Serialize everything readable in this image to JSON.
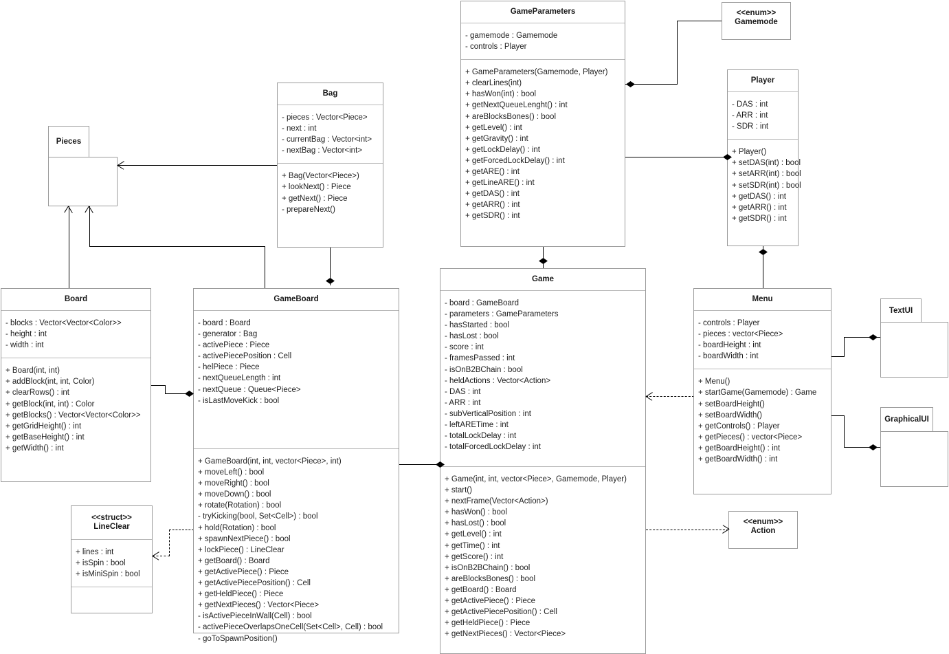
{
  "diagram": {
    "title": "Tetris game UML class diagram",
    "background": "#ffffff",
    "line_color": "#000000",
    "box_border_color": "#9a9a9a"
  },
  "classes": {
    "pieces": {
      "name": "Pieces"
    },
    "text_ui": {
      "name": "TextUI"
    },
    "graphical_ui": {
      "name": "GraphicalUI"
    },
    "gamemode_enum": {
      "name": "<<enum>>\nGamemode"
    },
    "action_enum": {
      "name": "<<enum>>\nAction"
    },
    "line_clear": {
      "name": "<<struct>>\nLineClear",
      "attributes": [
        "+ lines : int",
        "+ isSpin : bool",
        "+ isMiniSpin : bool"
      ],
      "operations": []
    },
    "bag": {
      "name": "Bag",
      "attributes": [
        "- pieces : Vector<Piece>",
        "- next : int",
        "- currentBag : Vector<int>",
        "- nextBag : Vector<int>"
      ],
      "operations": [
        "+ Bag(Vector<Piece>)",
        "+ lookNext() : Piece",
        "+ getNext() : Piece",
        "- prepareNext()"
      ]
    },
    "board": {
      "name": "Board",
      "attributes": [
        "- blocks : Vector<Vector<Color>>",
        "- height : int",
        "- width : int"
      ],
      "operations": [
        "+ Board(int, int)",
        "+ addBlock(int, int, Color)",
        "+ clearRows() : int",
        "+ getBlock(int, int) : Color",
        "+ getBlocks() : Vector<Vector<Color>>",
        "+ getGridHeight() : int",
        "+ getBaseHeight() : int",
        "+ getWidth() : int"
      ]
    },
    "game_board": {
      "name": "GameBoard",
      "attributes": [
        "- board : Board",
        "- generator : Bag",
        "- activePiece : Piece",
        "- activePiecePosition : Cell",
        "- helPiece : Piece",
        "- nextQueueLength : int",
        "- nextQueue : Queue<Piece>",
        "- isLastMoveKick : bool"
      ],
      "operations": [
        "+ GameBoard(int, int, vector<Piece>, int)",
        "+ moveLeft() : bool",
        "+ moveRight() : bool",
        "+ moveDown() : bool",
        "+ rotate(Rotation) : bool",
        "- tryKicking(bool, Set<Cell>) : bool",
        "+ hold(Rotation) : bool",
        "+ spawnNextPiece() : bool",
        "+ lockPiece() : LineClear",
        "+ getBoard() : Board",
        "+ getActivePiece() : Piece",
        "+ getActivePiecePosition() : Cell",
        "+ getHeldPiece() : Piece",
        "+ getNextPieces() : Vector<Piece>",
        "- isActivePieceInWall(Cell) : bool",
        "- activePieceOverlapsOneCell(Set<Cell>, Cell) : bool",
        "- goToSpawnPosition()"
      ]
    },
    "game_parameters": {
      "name": "GameParameters",
      "attributes": [
        "- gamemode : Gamemode",
        "- controls : Player"
      ],
      "operations": [
        "+ GameParameters(Gamemode, Player)",
        "+ clearLines(int)",
        "+ hasWon(int) : bool",
        "+ getNextQueueLenght() : int",
        "+ areBlocksBones() : bool",
        "+ getLevel() : int",
        "+ getGravity() : int",
        "+ getLockDelay() : int",
        "+ getForcedLockDelay() : int",
        "+ getARE() : int",
        "+ getLineARE() : int",
        "+ getDAS() : int",
        "+ getARR() : int",
        "+ getSDR() : int"
      ]
    },
    "game": {
      "name": "Game",
      "attributes": [
        "- board : GameBoard",
        "- parameters : GameParameters",
        "- hasStarted : bool",
        "- hasLost : bool",
        "- score : int",
        "- framesPassed : int",
        "- isOnB2BChain : bool",
        "- heldActions : Vector<Action>",
        "- DAS : int",
        "- ARR : int",
        "- subVerticalPosition : int",
        "- leftARETime : int",
        "- totalLockDelay : int",
        "- totalForcedLockDelay : int"
      ],
      "operations": [
        "+ Game(int, int, vector<Piece>, Gamemode, Player)",
        "+ start()",
        "+ nextFrame(Vector<Action>)",
        "+ hasWon() : bool",
        "+ hasLost() : bool",
        "+ getLevel() : int",
        "+ getTime() : int",
        "+ getScore() : int",
        "+ isOnB2BChain() : bool",
        "+ areBlocksBones() : bool",
        "+ getBoard() : Board",
        "+ getActivePiece() : Piece",
        "+ getActivePiecePosition() : Cell",
        "+ getHeldPiece() : Piece",
        "+ getNextPieces() : Vector<Piece>"
      ]
    },
    "player": {
      "name": "Player",
      "attributes": [
        "- DAS : int",
        "- ARR : int",
        "- SDR : int"
      ],
      "operations": [
        "+ Player()",
        "+ setDAS(int) : bool",
        "+ setARR(int) : bool",
        "+ setSDR(int) : bool",
        "+ getDAS() : int",
        "+ getARR() : int",
        "+ getSDR() : int"
      ]
    },
    "menu": {
      "name": "Menu",
      "attributes": [
        "- controls : Player",
        "- pieces : vector<Piece>",
        "- boardHeight : int",
        "- boardWidth : int"
      ],
      "operations": [
        "+ Menu()",
        "+ startGame(Gamemode) : Game",
        "+ setBoardHeight()",
        "+ setBoardWidth()",
        "+ getControls() : Player",
        "+ getPieces() : vector<Piece>",
        "+ getBoardHeight() : int",
        "+ getBoardWidth() : int"
      ]
    }
  },
  "relationships": [
    {
      "from": "Bag",
      "to": "Pieces",
      "type": "association",
      "arrow": "open"
    },
    {
      "from": "Board",
      "to": "Pieces",
      "type": "association",
      "arrow": "open"
    },
    {
      "from": "GameBoard",
      "to": "Pieces",
      "type": "association",
      "arrow": "open"
    },
    {
      "from": "Bag",
      "to": "GameBoard",
      "type": "composition",
      "arrow": "filled-diamond"
    },
    {
      "from": "Board",
      "to": "GameBoard",
      "type": "composition",
      "arrow": "filled-diamond"
    },
    {
      "from": "GameBoard",
      "to": "Game",
      "type": "composition",
      "arrow": "filled-diamond"
    },
    {
      "from": "GameParameters",
      "to": "Game",
      "type": "composition",
      "arrow": "filled-diamond"
    },
    {
      "from": "Gamemode",
      "to": "GameParameters",
      "type": "composition",
      "arrow": "filled-diamond"
    },
    {
      "from": "Player",
      "to": "GameParameters",
      "type": "composition",
      "arrow": "filled-diamond"
    },
    {
      "from": "Player",
      "to": "Menu",
      "type": "composition",
      "arrow": "filled-diamond"
    },
    {
      "from": "GameBoard",
      "to": "LineClear",
      "type": "dependency",
      "arrow": "dashed-open"
    },
    {
      "from": "Menu",
      "to": "Game",
      "type": "dependency",
      "arrow": "dashed-open"
    },
    {
      "from": "Game",
      "to": "Action",
      "type": "dependency",
      "arrow": "dashed-open"
    },
    {
      "from": "Menu",
      "to": "TextUI",
      "type": "composition",
      "arrow": "filled-diamond"
    },
    {
      "from": "Menu",
      "to": "GraphicalUI",
      "type": "composition",
      "arrow": "filled-diamond"
    }
  ]
}
